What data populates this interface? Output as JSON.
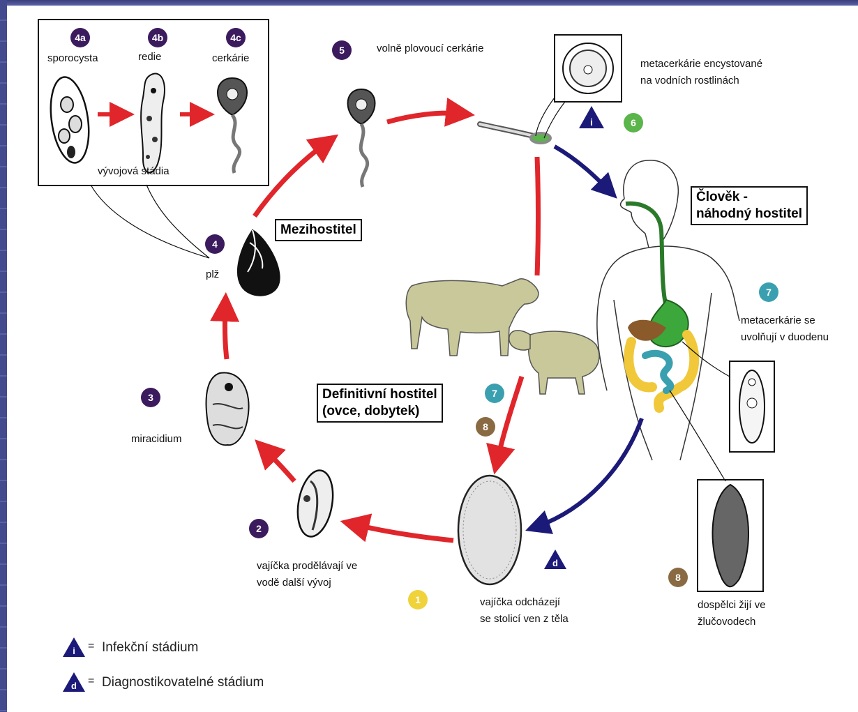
{
  "stages": {
    "s4a": {
      "badge": "4a",
      "label": "sporocysta"
    },
    "s4b": {
      "badge": "4b",
      "label": "redie"
    },
    "s4c": {
      "badge": "4c",
      "label": "cerkárie"
    },
    "dev_stages": "vývojová stádia",
    "s5": {
      "badge": "5",
      "label": "volně plovoucí cerkárie"
    },
    "s6": {
      "badge": "6",
      "label_line1": "metacerkárie encystované",
      "label_line2": "na vodních rostlinách"
    },
    "s7_human": {
      "badge": "7",
      "label_line1": "metacerkárie se",
      "label_line2": "uvolňují v duodenu"
    },
    "s8_human": {
      "badge": "8",
      "label_line1": "dospělci žijí ve",
      "label_line2": "žlučovodech"
    },
    "s4": {
      "badge": "4",
      "label": "plž"
    },
    "s3": {
      "badge": "3",
      "label": "miracidium"
    },
    "s2": {
      "badge": "2",
      "label_line1": "vajíčka prodělávají ve",
      "label_line2": "vodě další vývoj"
    },
    "s1": {
      "badge": "1",
      "label_line1": "vajíčka odcházejí",
      "label_line2": "se stolicí ven z těla"
    },
    "s7_def": {
      "badge": "7"
    },
    "s8_def": {
      "badge": "8"
    }
  },
  "hosts": {
    "intermediate": "Mezihostitel",
    "human_line1": "Člověk -",
    "human_line2": "náhodný hostitel",
    "definitive_line1": "Definitivní hostitel",
    "definitive_line2": "(ovce, dobytek)"
  },
  "markers": {
    "infective": "i",
    "diagnostic": "d"
  },
  "legend": {
    "infective": {
      "symbol": "i",
      "eq": "=",
      "text": "Infekční stádium"
    },
    "diagnostic": {
      "symbol": "d",
      "eq": "=",
      "text": "Diagnostikovatelné stádium"
    }
  },
  "colors": {
    "arrow_red": "#e0262b",
    "arrow_blue": "#1c1a78",
    "badge_purple": "#3b1b5e",
    "badge_teal": "#3aa0b0",
    "badge_brown": "#8a6a42",
    "badge_green": "#5ab54a",
    "badge_yellow": "#f0d23a",
    "animal_fill": "#c8c89a"
  }
}
